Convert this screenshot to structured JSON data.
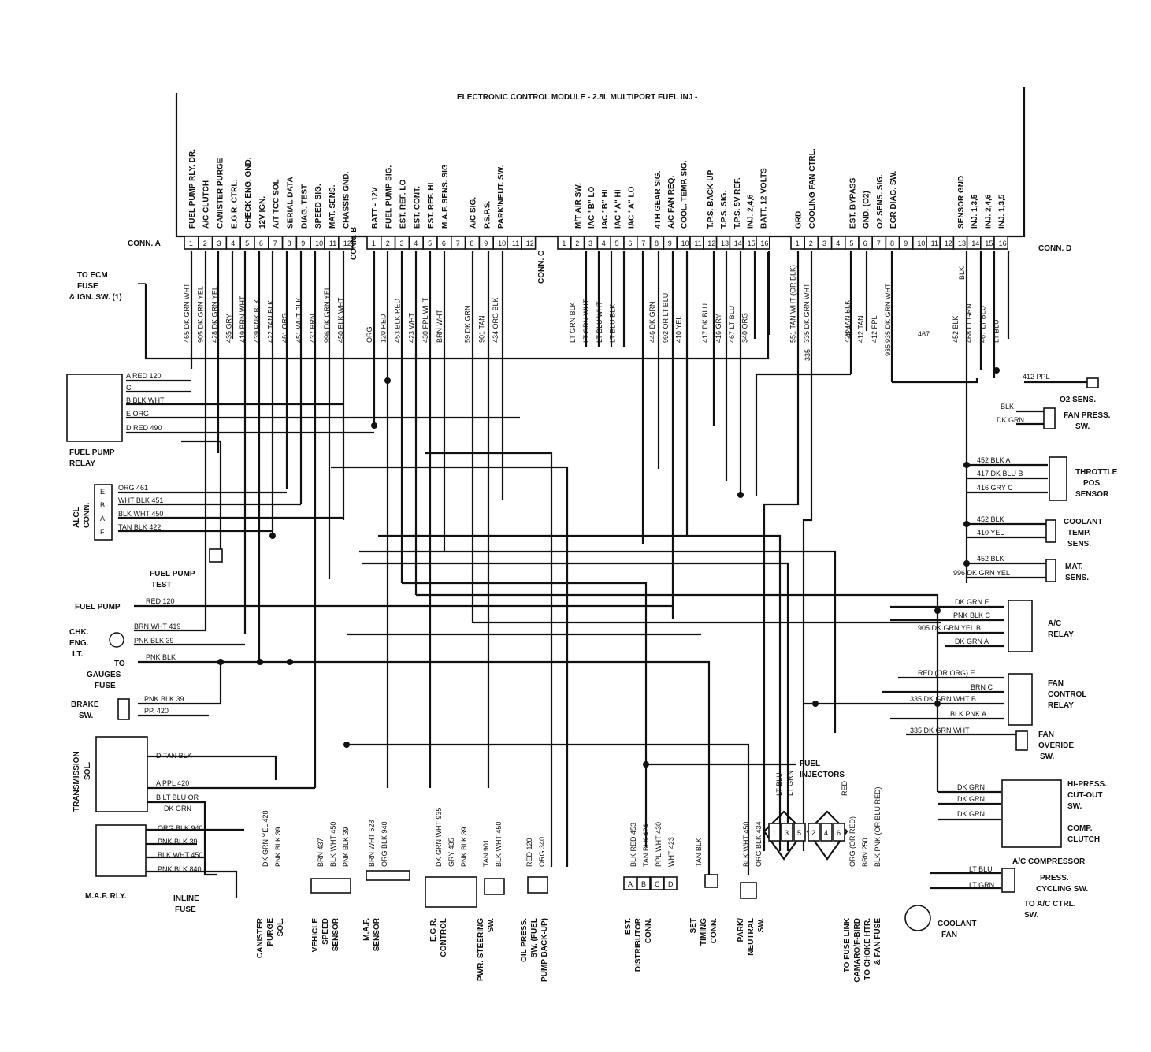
{
  "title": "ELECTRONIC CONTROL MODULE  - 2.8L  MULTIPORT  FUEL INJ -",
  "connectors": [
    {
      "name": "CONN. A",
      "pins": [
        "FUEL PUMP RLY. DR.",
        "A/C CLUTCH",
        "CANISTER PURGE",
        "E.G.R. CTRL.",
        "CHECK ENG. GND.",
        "12V IGN.",
        "A/T TCC SOL",
        "SERIAL DATA",
        "DIAG. TEST",
        "SPEED SIG.",
        "MAT. SENS.",
        "CHASSIS GND."
      ],
      "wires": [
        "465 DK GRN WHT",
        "905 DK GRN YEL",
        "428 DK GRN YEL",
        "435 GRY",
        "419 BRN WHT",
        "439 PNK BLK",
        "422 TAN BLK",
        "461 ORG",
        "451 WHT BLK",
        "437 BRN",
        "996 DK GRN YEL",
        "450 BLK WHT"
      ]
    },
    {
      "name": "CONN. B",
      "pins": [
        "BATT - 12V",
        "FUEL PUMP SIG.",
        "EST. REF. LO",
        "EST. CONT.",
        "EST. REF. HI",
        "M.A.F. SENS. SIG",
        "",
        "A/C SIG.",
        "P.S.P.S.",
        "PARK/NEUT. SW.",
        "",
        ""
      ],
      "wires": [
        "ORG",
        "120 RED",
        "453 BLK RED",
        "423 WHT",
        "430 PPL WHT",
        "BRN WHT",
        "",
        "59 DK GRN",
        "901 TAN",
        "434 ORG BLK",
        "",
        ""
      ]
    },
    {
      "name": "CONN. C",
      "pins": [
        "",
        "M/T AIR SW.",
        "IAC \"B\" LO",
        "IAC \"B\" HI",
        "IAC \"A\" HI",
        "IAC \"A\" LO",
        "",
        "4TH GEAR SIG.",
        "A/C FAN REQ.",
        "COOL. TEMP. SIG.",
        "",
        "T.P.S. BACK-UP",
        "T.P.S. SIG.",
        "T.P.S. 5V REF.",
        "INJ. 2,4,6",
        "BATT. 12 VOLTS"
      ],
      "wires": [
        "",
        "LT GRN BLK",
        "LT GRN WHT",
        "LT BLU WHT",
        "LT BLU BLK",
        "",
        "",
        "446 DK GRN",
        "992 OR LT BLU",
        "410 YEL",
        "",
        "417 DK BLU",
        "416 GRY",
        "467 LT BLU",
        "340 ORG",
        ""
      ]
    },
    {
      "name": "CONN. D",
      "pins": [
        "GRD.",
        "COOLING FAN CTRL.",
        "",
        "",
        "EST. BYPASS",
        "GND. (O2)",
        "O2 SENS. SIG.",
        "EGR DIAG. SW.",
        "",
        "",
        "",
        "",
        "SENSOR GND",
        "INJ. 1,3,5",
        "INJ. 2,4,6",
        "INJ. 1,3,5"
      ],
      "wires": [
        "551 TAN WHT (OR BLK)",
        "335 DK GRN WHT",
        "",
        "",
        "424 TAN BLK",
        "412 TAN",
        "412 PPL",
        "935 DK GRN WHT",
        "",
        "",
        "",
        "",
        "452 BLK",
        "468 LT GRN",
        "467 LT BLU",
        "LT BLU"
      ]
    }
  ],
  "conn_labels": {
    "a": "CONN. A",
    "b": "CONN. B",
    "c": "CONN. C",
    "d": "CONN. D"
  },
  "numbers_16": [
    "1",
    "2",
    "3",
    "4",
    "5",
    "6",
    "7",
    "8",
    "9",
    "10",
    "11",
    "12",
    "13",
    "14",
    "15",
    "16"
  ],
  "left": {
    "to_ecm": [
      "TO ECM",
      "FUSE",
      "& IGN. SW. (1)"
    ],
    "fuel_pump_relay": {
      "label": [
        "FUEL PUMP",
        "RELAY"
      ],
      "rows": [
        "A RED 120",
        "C",
        "B BLK WHT",
        "E ORG",
        "D RED 490"
      ]
    },
    "alcl": {
      "label": [
        "ALCL",
        "CONN."
      ],
      "pins": [
        "E",
        "B",
        "A",
        "F"
      ],
      "rows": [
        "ORG   461",
        "WHT BLK  451",
        "BLK WHT  450",
        "TAN BLK   422"
      ]
    },
    "fuel_pump_test": [
      "FUEL PUMP",
      "TEST"
    ],
    "fuel_pump": {
      "label": "FUEL PUMP",
      "wire": "RED      120"
    },
    "chk_eng": {
      "label": [
        "CHK.",
        "ENG.",
        "LT."
      ],
      "rows": [
        "BRN WHT  419",
        "PNK BLK    39"
      ]
    },
    "gauges": {
      "label": [
        "TO",
        "GAUGES",
        "FUSE"
      ],
      "wire": "PNK BLK"
    },
    "brake": {
      "label": [
        "BRAKE",
        "SW."
      ],
      "rows": [
        "PNK BLK   39",
        "PP.      420"
      ]
    },
    "trans": {
      "label": [
        "TRANSMISSION",
        "SOL."
      ],
      "rows": [
        "D TAN BLK",
        "A PPL     420",
        "B LT BLU OR",
        "DK GRN"
      ]
    },
    "maf_rly": {
      "label": "M.A.F. RLY.",
      "rows": [
        "ORG BLK  940",
        "PNK BLK    39",
        "BLK WHT   450",
        "PNK BLK   840"
      ]
    },
    "inline_fuse": [
      "INLINE",
      "FUSE"
    ]
  },
  "bottom": [
    {
      "label": [
        "CANISTER",
        "PURGE",
        "SOL."
      ],
      "wires": [
        "DK GRN YEL 428",
        "PNK BLK  39"
      ]
    },
    {
      "label": [
        "VEHICLE",
        "SPEED",
        "SENSOR"
      ],
      "wires": [
        "BRN  437",
        "BLK WHT 450",
        "PNK BLK  39"
      ]
    },
    {
      "label": [
        "M.A.F.",
        "SENSOR"
      ],
      "wires": [
        "BRN WHT 528",
        "ORG BLK 940"
      ]
    },
    {
      "label": [
        "E.G.R.",
        "CONTROL"
      ],
      "wires": [
        "DK GRN WHT 935",
        "GRY  435",
        "PNK BLK  39"
      ]
    },
    {
      "label": [
        "PWR. STEERING",
        "SW."
      ],
      "wires": [
        "TAN  901",
        "BLK WHT 450"
      ]
    },
    {
      "label": [
        "OIL PRESS.",
        "SW. (FUEL",
        "PUMP BACK-UP)"
      ],
      "wires": [
        "RED  120",
        "ORG  340"
      ]
    },
    {
      "label": [
        "EST.",
        "DISTRIBUTOR",
        "CONN."
      ],
      "wires": [
        "BLK RED  453",
        "TAN BLK  424",
        "PPL WHT  430",
        "WHT  423"
      ],
      "pins": [
        "A",
        "B",
        "C",
        "D"
      ]
    },
    {
      "label": [
        "SET",
        "TIMING",
        "CONN."
      ],
      "wires": [
        "TAN BLK"
      ]
    },
    {
      "label": [
        "PARK/",
        "NEUTRAL",
        "SW."
      ],
      "wires": [
        "BLK WHT 450",
        "ORG BLK 434"
      ]
    },
    {
      "label": [
        "TO FUSE LINK",
        "CAMARO/F-BIRD",
        "TO CHOKE HTR.",
        "& FAN FUSE"
      ],
      "wires": [
        "ORG (OR RED)",
        "BRN 250",
        "BLK PNK (OR BLU RED)"
      ]
    }
  ],
  "injectors": {
    "label": [
      "FUEL",
      "INJECTORS"
    ],
    "pins": [
      "1",
      "3",
      "5",
      "2",
      "4",
      "6"
    ],
    "wires": [
      "LT BLU",
      "LT GRN",
      "RED"
    ]
  },
  "right": {
    "o2": {
      "label": "O2 SENS.",
      "wire": "412   PPL"
    },
    "fan_press": {
      "label": [
        "FAN PRESS.",
        "SW."
      ],
      "rows": [
        "BLK",
        "DK GRN"
      ]
    },
    "tps": {
      "label": [
        "THROTTLE",
        "POS.",
        "SENSOR"
      ],
      "rows": [
        "452   BLK  A",
        "417  DK BLU  B",
        "416     GRY  C"
      ]
    },
    "coolant_temp": {
      "label": [
        "COOLANT",
        "TEMP.",
        "SENS."
      ],
      "rows": [
        "452      BLK",
        "410      YEL"
      ]
    },
    "mat": {
      "label": [
        "MAT.",
        "SENS."
      ],
      "rows": [
        "452      BLK",
        "996  DK GRN YEL"
      ]
    },
    "ac_relay": {
      "label": [
        "A/C",
        "RELAY"
      ],
      "rows": [
        "DK GRN  E",
        "PNK BLK  C",
        "905  DK GRN YEL  B",
        "DK GRN  A"
      ]
    },
    "fan_relay": {
      "label": [
        "FAN",
        "CONTROL",
        "RELAY"
      ],
      "rows": [
        "RED (OR ORG)  E",
        "BRN   C",
        "335  DK GRN WHT  B",
        "BLK PNK  A"
      ]
    },
    "fan_override": {
      "label": [
        "FAN",
        "OVERIDE",
        "SW."
      ],
      "wire": "335  DK GRN WHT"
    },
    "hi_press": {
      "label": [
        "HI-PRESS.",
        "CUT-OUT",
        "SW."
      ],
      "rows": [
        "DK GRN",
        "DK GRN",
        "DK GRN"
      ]
    },
    "comp_clutch": [
      "COMP.",
      "CLUTCH"
    ],
    "ac_comp": "A/C COMPRESSOR",
    "press_cycling": {
      "label": [
        "PRESS.",
        "CYCLING SW."
      ],
      "rows": [
        "LT BLU",
        "LT GRN"
      ]
    },
    "to_ac_ctrl": [
      "TO A/C CTRL.",
      "SW."
    ],
    "coolant_fan": [
      "COOLANT",
      "FAN"
    ],
    "misc_wires": [
      "467",
      "935",
      "335",
      "424",
      "BLK"
    ]
  }
}
